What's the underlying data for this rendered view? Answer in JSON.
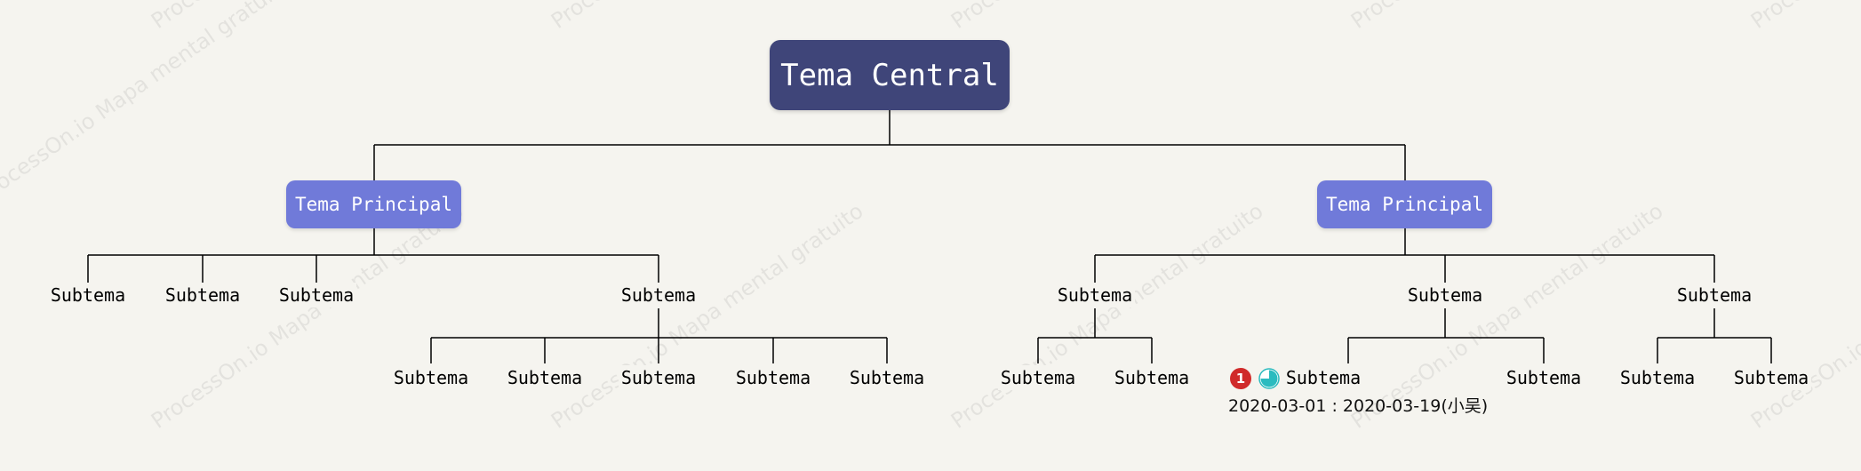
{
  "watermark": "ProcessOn.io Mapa mental gratuito",
  "colors": {
    "background": "#f5f4ef",
    "central_fill": "#3f4579",
    "main_fill": "#707ad9",
    "line": "#000000",
    "priority_badge": "#d02a2a",
    "progress_badge": "#2bbbbf"
  },
  "central": {
    "label": "Tema Central"
  },
  "left_branch": {
    "label": "Tema Principal",
    "subtopics": [
      {
        "label": "Subtema"
      },
      {
        "label": "Subtema"
      },
      {
        "label": "Subtema"
      },
      {
        "label": "Subtema",
        "children": [
          "Subtema",
          "Subtema",
          "Subtema",
          "Subtema",
          "Subtema"
        ]
      }
    ]
  },
  "right_branch": {
    "label": "Tema Principal",
    "subtopics": [
      {
        "label": "Subtema",
        "children": [
          "Subtema",
          "Subtema"
        ]
      },
      {
        "label": "Subtema",
        "children": [
          {
            "label": "Subtema",
            "priority": "1",
            "priority_icon": "priority-1-icon",
            "progress_icon": "progress-quarter-icon",
            "progress": 0.75,
            "task_note": "2020-03-01 : 2020-03-19(小吴)"
          },
          {
            "label": "Subtema"
          }
        ]
      },
      {
        "label": "Subtema",
        "children": [
          "Subtema",
          "Subtema"
        ]
      }
    ]
  }
}
